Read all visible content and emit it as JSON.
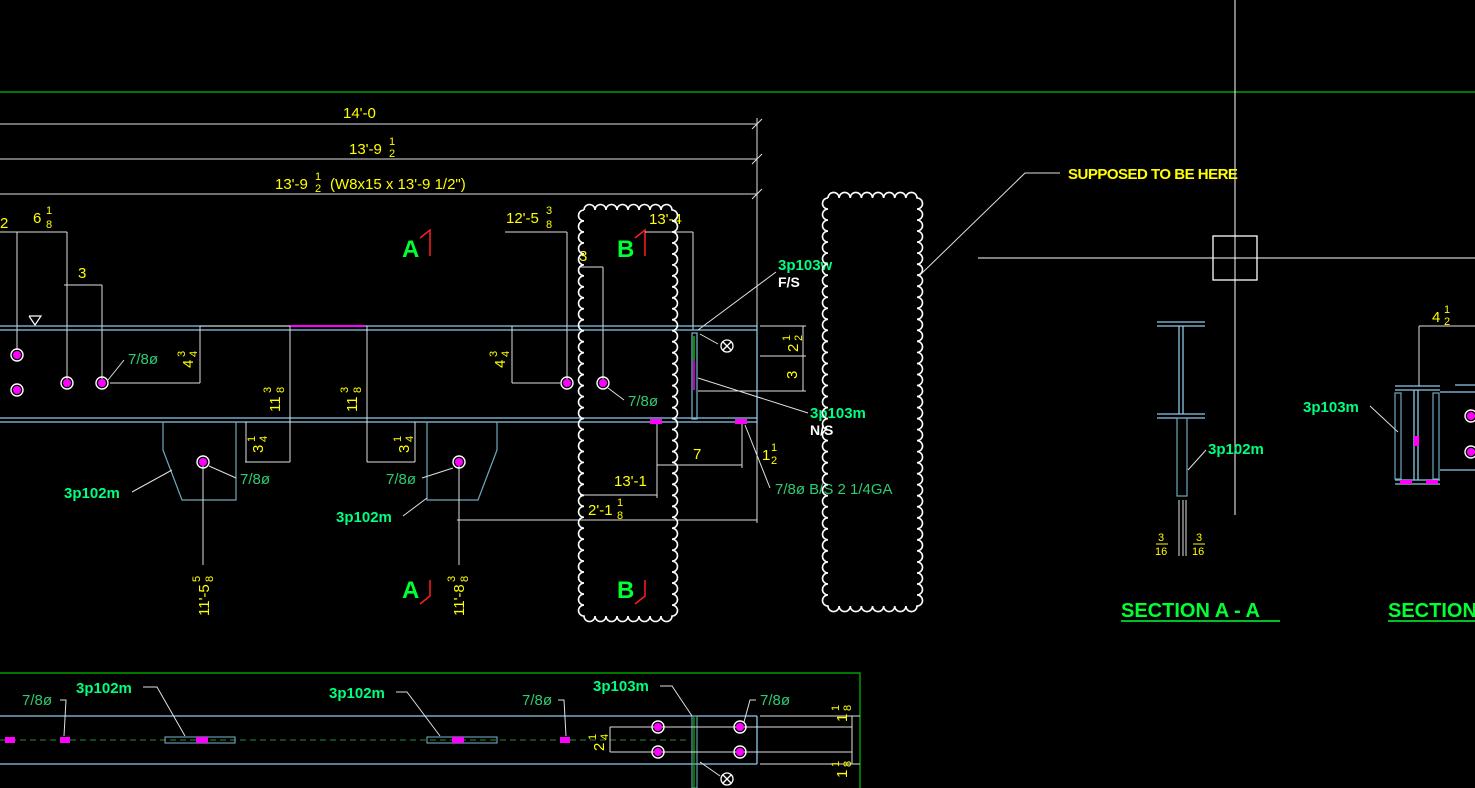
{
  "dims": {
    "overall": "14'-0",
    "d2_main": "13'-9",
    "d2_num": "1",
    "d2_den": "2",
    "d3_main": "13'-9",
    "d3_num": "1",
    "d3_den": "2",
    "d3_tail": "(W8x15 x 13'-9 1/2\")",
    "left_2": "2",
    "left_6": "6",
    "left_6_num": "1",
    "left_6_den": "8",
    "left_3": "3",
    "right_12": "12'-5",
    "right_12_num": "3",
    "right_12_den": "8",
    "right_13": "13'-4",
    "right_3": "3",
    "v_4a": "4",
    "v_4a_num": "3",
    "v_4a_den": "4",
    "v_4b": "4",
    "v_4b_num": "3",
    "v_4b_den": "4",
    "v_11a": "11",
    "v_11a_num": "3",
    "v_11a_den": "8",
    "v_11b": "11",
    "v_11b_num": "3",
    "v_11b_den": "8",
    "v_3a": "3",
    "v_3a_num": "1",
    "v_3a_den": "4",
    "v_3b": "3",
    "v_3b_num": "1",
    "v_3b_den": "4",
    "v_2": "2",
    "v_2_num": "1",
    "v_2_den": "2",
    "v_3": "3",
    "d_7": "7",
    "d_1": "1",
    "d_1_num": "1",
    "d_1_den": "2",
    "d_13_1": "13'-1",
    "d_2_1": "2'-1",
    "d_2_1_num": "1",
    "d_2_1_den": "8",
    "v_11_5": "11'-5",
    "v_11_5_num": "5",
    "v_11_5_den": "8",
    "v_11_8": "11'-8",
    "v_11_8_num": "3",
    "v_11_8_den": "8",
    "sec_4": "4",
    "sec_4_num": "1",
    "sec_4_den": "2",
    "weld_a": "3",
    "weld_a_den": "16",
    "weld_b": "3",
    "weld_b_den": "16",
    "bot_2": "2",
    "bot_2_num": "1",
    "bot_2_den": "4",
    "bot_1a": "1",
    "bot_1a_num": "1",
    "bot_1a_den": "8",
    "bot_1b": "1",
    "bot_1b_num": "1",
    "bot_1b_den": "8"
  },
  "holes": {
    "h1": "7/8ø",
    "h2": "7/8ø",
    "h3": "7/8ø",
    "h4": "7/8ø",
    "bs_note": "7/8ø B/S 2 1/4GA",
    "b1": "7/8ø",
    "b2": "7/8ø"
  },
  "marks": {
    "w": "3p103w",
    "fs": "F/S",
    "m103": "3p103m",
    "ns": "N/S",
    "m102_a": "3p102m",
    "m102_b": "3p102m",
    "sec_m103": "3p103m",
    "sec_m102": "3p102m",
    "bot_102a": "3p102m",
    "bot_102b": "3p102m",
    "bot_103": "3p103m"
  },
  "section_letters": {
    "a_top": "A",
    "a_bot": "A",
    "b_top": "B",
    "b_bot": "B"
  },
  "sections": {
    "aa": "SECTION A - A",
    "bb": "SECTION"
  },
  "note": "SUPPOSED TO BE HERE",
  "colors": {
    "background": "#000000",
    "dimension": "#ffff00",
    "mark": "#00ff7f",
    "border": "#00c000",
    "hole": "#ff00ff",
    "beam": "#8ec8e8"
  }
}
